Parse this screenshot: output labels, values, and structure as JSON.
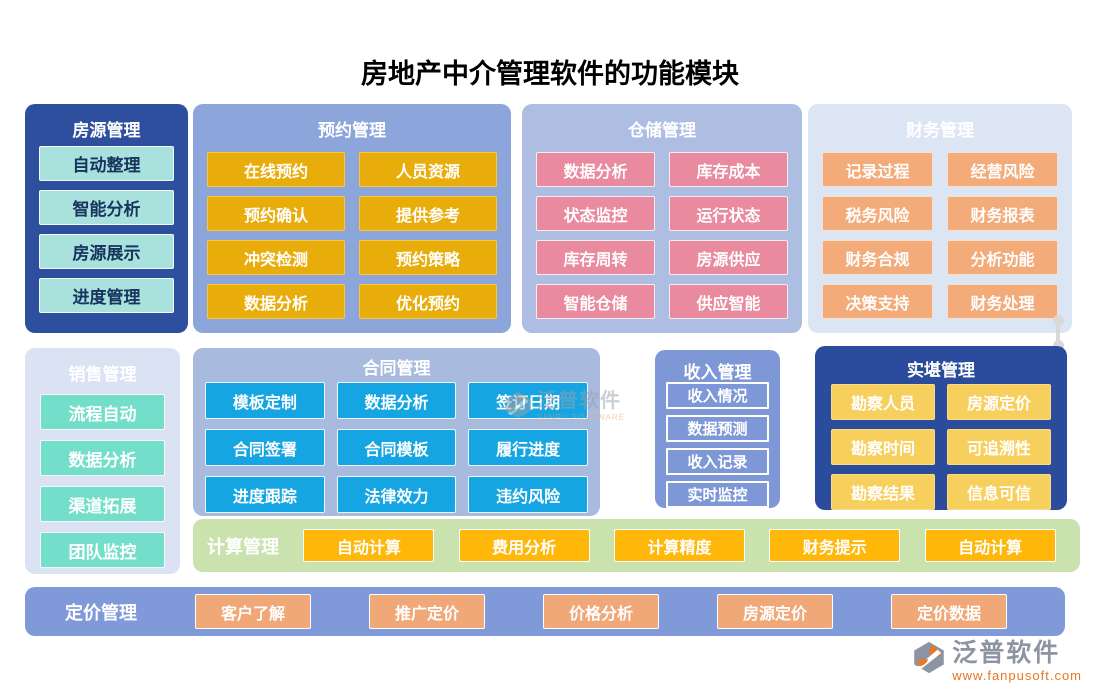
{
  "title": "房地产中介管理软件的功能模块",
  "panels": {
    "fangyuan": {
      "title": "房源管理",
      "items": [
        "自动整理",
        "智能分析",
        "房源展示",
        "进度管理"
      ]
    },
    "yuyue": {
      "title": "预约管理",
      "items": [
        "在线预约",
        "人员资源",
        "预约确认",
        "提供参考",
        "冲突检测",
        "预约策略",
        "数据分析",
        "优化预约"
      ]
    },
    "cangchu": {
      "title": "仓储管理",
      "items": [
        "数据分析",
        "库存成本",
        "状态监控",
        "运行状态",
        "库存周转",
        "房源供应",
        "智能仓储",
        "供应智能"
      ]
    },
    "caiwu": {
      "title": "财务管理",
      "items": [
        "记录过程",
        "经营风险",
        "税务风险",
        "财务报表",
        "财务合规",
        "分析功能",
        "决策支持",
        "财务处理"
      ]
    },
    "xiaoshou": {
      "title": "销售管理",
      "items": [
        "流程自动",
        "数据分析",
        "渠道拓展",
        "团队监控"
      ]
    },
    "hetong": {
      "title": "合同管理",
      "items": [
        "模板定制",
        "数据分析",
        "签订日期",
        "合同签署",
        "合同模板",
        "履行进度",
        "进度跟踪",
        "法律效力",
        "违约风险"
      ]
    },
    "shouru": {
      "title": "收入管理",
      "items": [
        "收入情况",
        "数据预测",
        "收入记录",
        "实时监控"
      ]
    },
    "shikan": {
      "title": "实堪管理",
      "items": [
        "勘察人员",
        "房源定价",
        "勘察时间",
        "可追溯性",
        "勘察结果",
        "信息可信"
      ]
    },
    "jisuan": {
      "title": "计算管理",
      "items": [
        "自动计算",
        "费用分析",
        "计算精度",
        "财务提示",
        "自动计算"
      ]
    },
    "dingjia": {
      "title": "定价管理",
      "items": [
        "客户了解",
        "推广定价",
        "价格分析",
        "房源定价",
        "定价数据"
      ]
    }
  },
  "watermark": {
    "name": "泛普软件",
    "sub": "FANPU SOFTWARE"
  },
  "logo": {
    "name": "泛普软件",
    "url": "www.fanpusoft.com"
  },
  "colors": {
    "housing_navy": "#2E4E9E",
    "booking_blue": "#8CA5DA",
    "storage_periwinkle": "#AEBEE3",
    "finance_pale": "#DCE5F4",
    "sales_lavender": "#DBE2F4",
    "contract_blue": "#A9BADF",
    "income_blue": "#7E97D6",
    "survey_navy": "#2B4C9C",
    "calc_green": "#C9E2AE",
    "pricing_blue": "#8099D8",
    "btn_teal": "#A9E2DC",
    "btn_yellow": "#E9AD0B",
    "btn_pink": "#E98A9E",
    "btn_orange": "#F2AB79",
    "btn_mint": "#73DEC9",
    "btn_cyan": "#14A5E2",
    "btn_gold": "#F7CF5C",
    "btn_amber": "#FFB70A",
    "btn_peach": "#F0A878",
    "logo_orange": "#E87722",
    "logo_gray": "#8E93A4",
    "connector_gray": "#D9D9D9"
  }
}
